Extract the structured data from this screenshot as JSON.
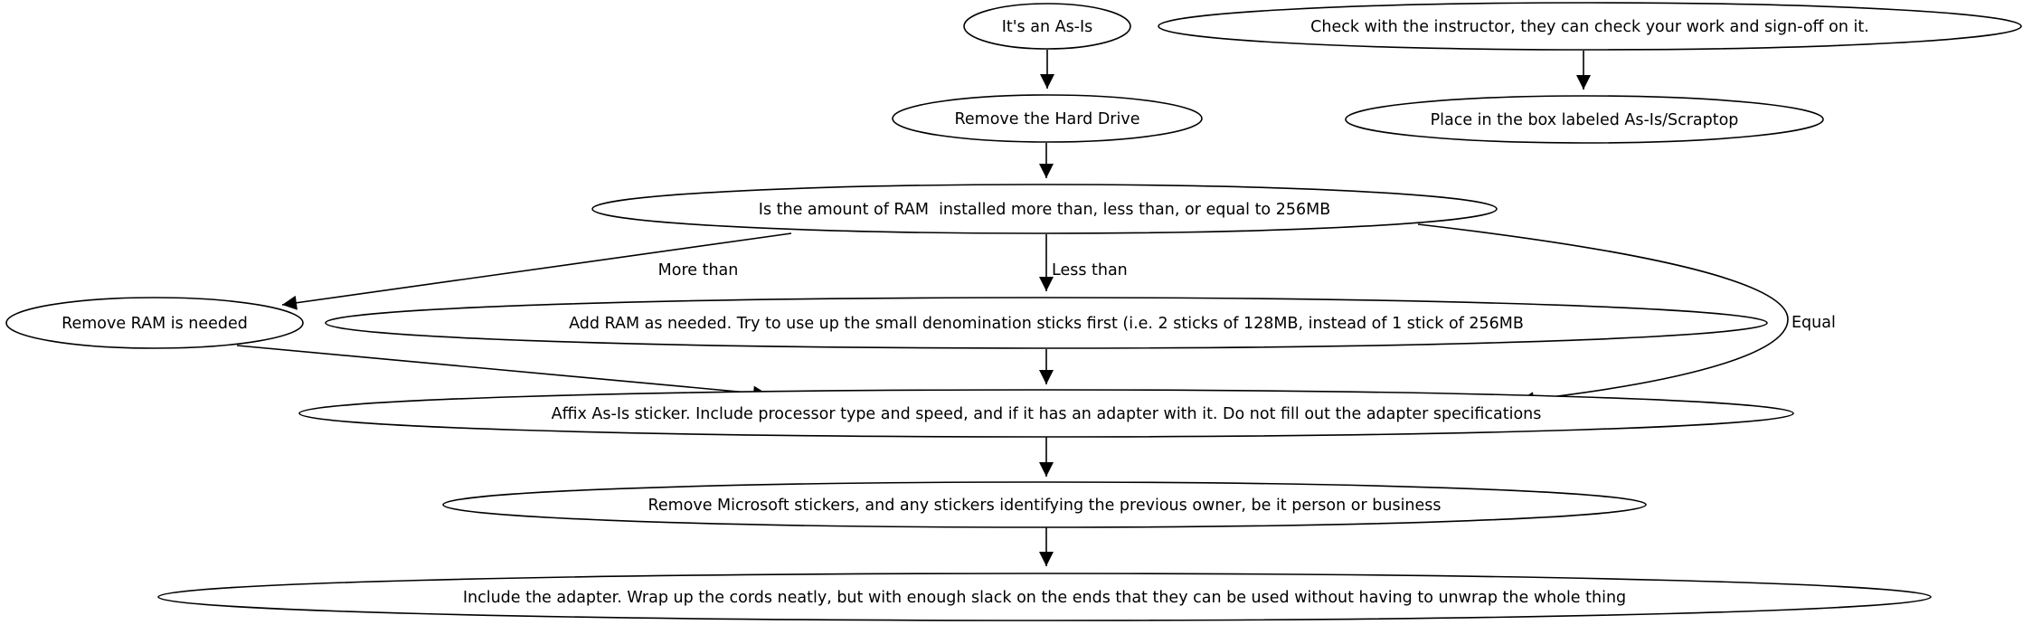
{
  "diagram": {
    "type": "flowchart",
    "background_color": "#ffffff",
    "node_fill_color": "#ffffff",
    "stroke_color": "#000000",
    "text_color": "#000000",
    "nodes": [
      {
        "id": "its-an-as-is",
        "label": "It's an As-Is"
      },
      {
        "id": "check-with-instructor",
        "label": "Check with the instructor, they can check your work and sign-off on it."
      },
      {
        "id": "remove-hard-drive",
        "label": "Remove the Hard Drive"
      },
      {
        "id": "place-in-box",
        "label": "Place in the box labeled As-Is/Scraptop"
      },
      {
        "id": "ram-question",
        "label": "Is the amount of RAM  installed more than, less than, or equal to 256MB"
      },
      {
        "id": "remove-ram",
        "label": "Remove RAM is needed"
      },
      {
        "id": "add-ram",
        "label": "Add RAM as needed. Try to use up the small denomination sticks first (i.e. 2 sticks of 128MB, instead of 1 stick of 256MB"
      },
      {
        "id": "affix-sticker",
        "label": "Affix As-Is sticker. Include processor type and speed, and if it has an adapter with it. Do not fill out the adapter specifications"
      },
      {
        "id": "remove-stickers",
        "label": "Remove Microsoft stickers, and any stickers identifying the previous owner, be it person or business"
      },
      {
        "id": "include-adapter",
        "label": "Include the adapter. Wrap up the cords neatly, but with enough slack on the ends that they can be used without having to unwrap the whole thing"
      }
    ],
    "edge_labels": [
      {
        "id": "more-than",
        "label": "More than"
      },
      {
        "id": "less-than",
        "label": "Less than"
      },
      {
        "id": "equal",
        "label": "Equal"
      }
    ],
    "edges": [
      {
        "from": "its-an-as-is",
        "to": "remove-hard-drive",
        "label": ""
      },
      {
        "from": "check-with-instructor",
        "to": "place-in-box",
        "label": ""
      },
      {
        "from": "remove-hard-drive",
        "to": "ram-question",
        "label": ""
      },
      {
        "from": "ram-question",
        "to": "remove-ram",
        "label": "More than"
      },
      {
        "from": "ram-question",
        "to": "add-ram",
        "label": "Less than"
      },
      {
        "from": "ram-question",
        "to": "affix-sticker",
        "label": "Equal"
      },
      {
        "from": "remove-ram",
        "to": "affix-sticker",
        "label": ""
      },
      {
        "from": "add-ram",
        "to": "affix-sticker",
        "label": ""
      },
      {
        "from": "affix-sticker",
        "to": "remove-stickers",
        "label": ""
      },
      {
        "from": "remove-stickers",
        "to": "include-adapter",
        "label": ""
      }
    ]
  }
}
